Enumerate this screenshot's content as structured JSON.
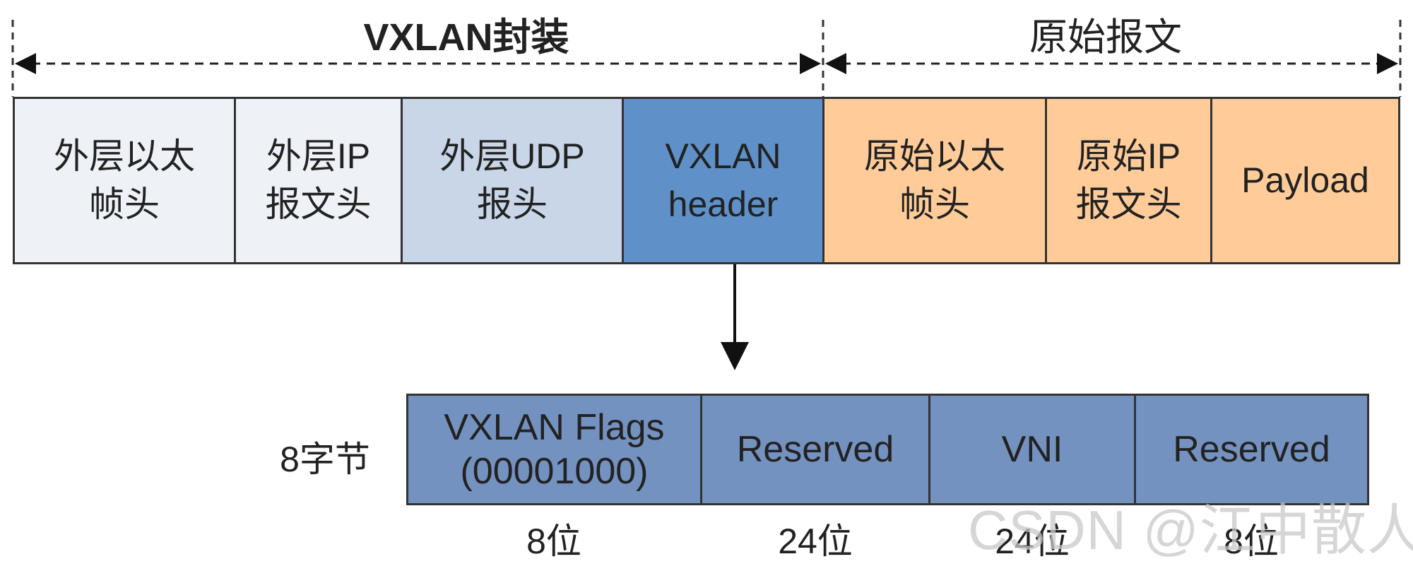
{
  "header": {
    "left_title": "VXLAN封装",
    "right_title": "原始报文"
  },
  "top_row": [
    {
      "text": "外层以太\n帧头",
      "color": "#eef1f6"
    },
    {
      "text": "外层IP\n报文头",
      "color": "#eef1f6"
    },
    {
      "text": "外层UDP\n报头",
      "color": "#c8d6e8"
    },
    {
      "text": "VXLAN\nheader",
      "color": "#5f90c7"
    },
    {
      "text": "原始以太\n帧头",
      "color": "#ffcc99"
    },
    {
      "text": "原始IP\n报文头",
      "color": "#ffcc99"
    },
    {
      "text": "Payload",
      "color": "#ffcc99"
    }
  ],
  "vxlan_header": {
    "size_label": "8字节",
    "fields": [
      {
        "text": "VXLAN Flags\n(00001000)",
        "bits": "8位"
      },
      {
        "text": "Reserved",
        "bits": "24位"
      },
      {
        "text": "VNI",
        "bits": "24位"
      },
      {
        "text": "Reserved",
        "bits": "8位"
      }
    ]
  },
  "watermark": "CSDN @江中散人"
}
